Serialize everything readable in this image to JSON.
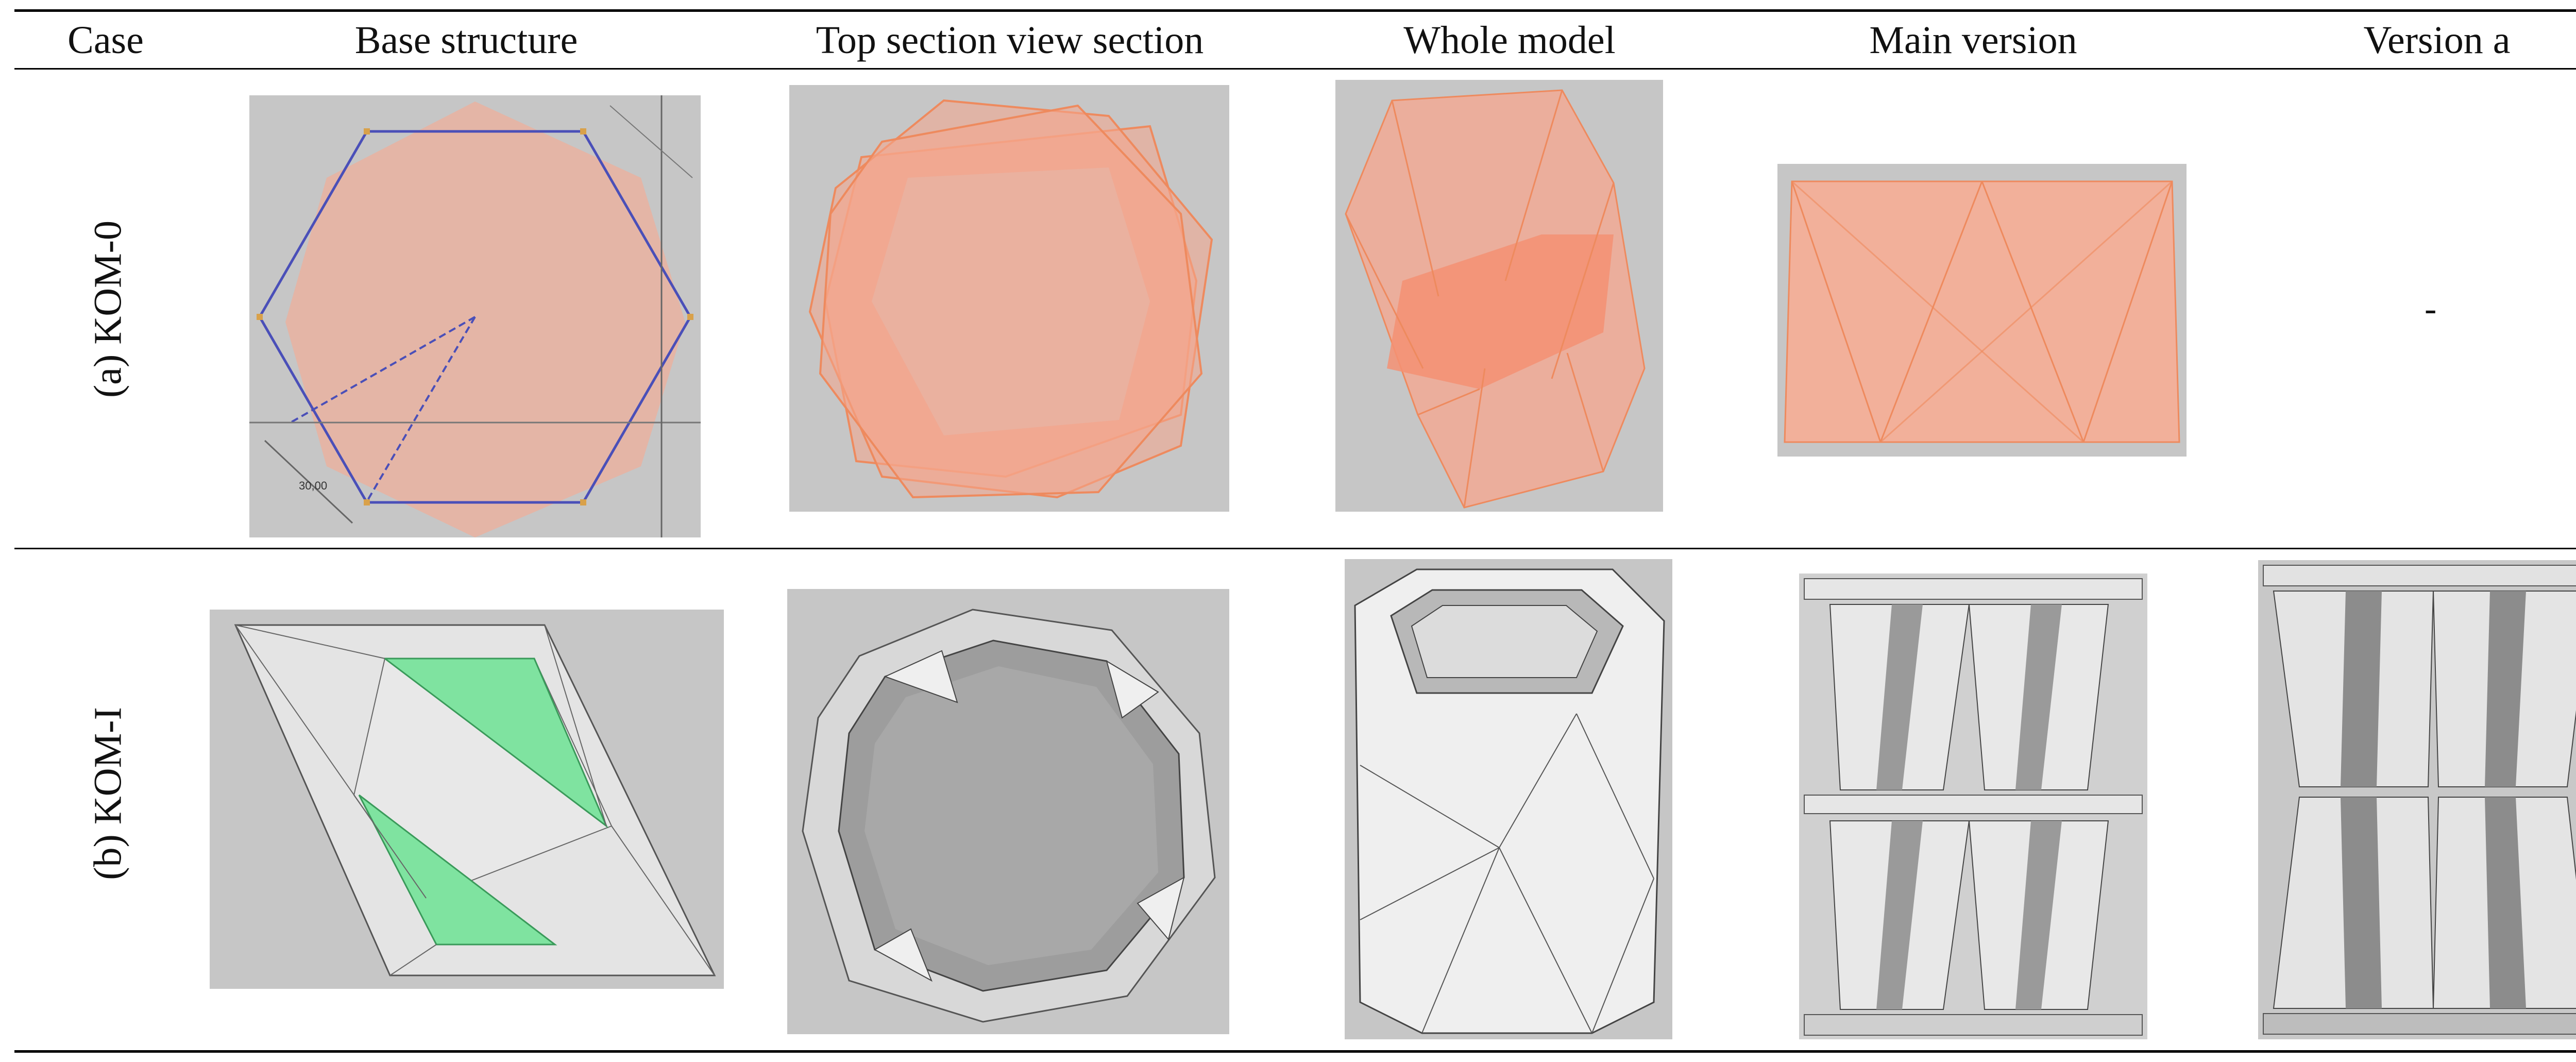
{
  "table": {
    "headers": [
      "Case",
      "Base structure",
      "Top section view section",
      "Whole model",
      "Main version",
      "Version a"
    ],
    "rows": [
      {
        "label": "(a) KOM-0",
        "cells": [
          "base-structure-hexagon-octagon",
          "top-section-star-polygon",
          "whole-model-orange",
          "main-version-orange",
          ""
        ],
        "version_a_text": "-"
      },
      {
        "label": "(b) KOM-I",
        "cells": [
          "base-structure-rhombus",
          "top-section-hollow",
          "whole-model-gray",
          "main-version-gray",
          "version-a-gray"
        ]
      }
    ],
    "dimension_annotation": "30,00"
  },
  "colors": {
    "panel_gray": "#c4c4c4",
    "orange_fill": "#f5a58c",
    "orange_edge": "#ee8a5e",
    "blue_outline": "#4a4fb8",
    "green_fill": "#7fe3a0",
    "light_panel": "#e7e7e7"
  }
}
